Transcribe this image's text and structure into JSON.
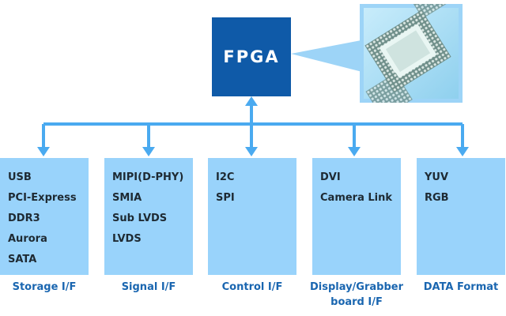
{
  "fpga": {
    "label": "FPGA"
  },
  "colors": {
    "fpga_fill": "#0f5aa8",
    "box_fill": "#99d3fb",
    "connector": "#4aaaf0",
    "caption_text": "#1a66b0"
  },
  "interfaces": [
    {
      "items": [
        "USB",
        "PCI-Express",
        "DDR3",
        "Aurora",
        "SATA"
      ],
      "caption": [
        "Storage I/F"
      ]
    },
    {
      "items": [
        "MIPI(D-PHY)",
        "SMIA",
        "Sub LVDS",
        "LVDS"
      ],
      "caption": [
        "Signal I/F"
      ]
    },
    {
      "items": [
        "I2C",
        "SPI"
      ],
      "caption": [
        "Control I/F"
      ]
    },
    {
      "items": [
        "DVI",
        "Camera Link"
      ],
      "caption": [
        "Display/Grabber",
        "board I/F"
      ]
    },
    {
      "items": [
        "YUV",
        "RGB"
      ],
      "caption": [
        "DATA Format"
      ]
    }
  ]
}
